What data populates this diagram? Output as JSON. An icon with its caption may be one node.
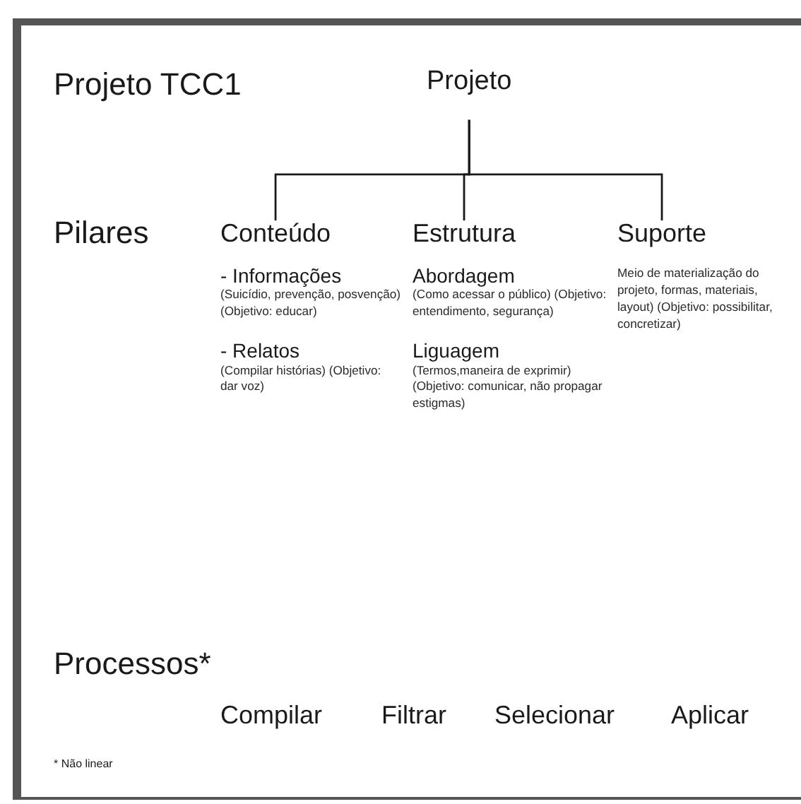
{
  "diagram": {
    "title": "Projeto TCC1",
    "nodes": [
      {
        "text": [
          "Projeto"
        ]
      },
      {
        "text": [
          "Conteúdo",
          "- Informações",
          "(Suicídio, prevenção, posvenção) (Objetivo: educar)",
          "- Relatos",
          "(Compilar histórias) (Objetivo: dar voz)"
        ]
      },
      {
        "text": [
          "Estrutura",
          "Abordagem",
          "(Como acessar o público) (Objetivo: entendimento, segurança)",
          "Liguagem",
          "(Termos,maneira de exprimir) (Objetivo: comunicar, não propagar estigmas)"
        ]
      },
      {
        "text": [
          "Suporte",
          "Meio de materialização do projeto, formas, materiais, layout) (Objetivo: possibilitar, concretizar)"
        ]
      }
    ],
    "edges": [
      {
        "from": 0,
        "to": 1,
        "arrow": "none"
      },
      {
        "from": 0,
        "to": 2,
        "arrow": "none"
      },
      {
        "from": 0,
        "to": 3,
        "arrow": "none"
      }
    ],
    "labels": [
      "Pilares",
      "Processos*",
      "Compilar",
      "Filtrar",
      "Selecionar",
      "Aplicar",
      "* Não linear"
    ]
  }
}
